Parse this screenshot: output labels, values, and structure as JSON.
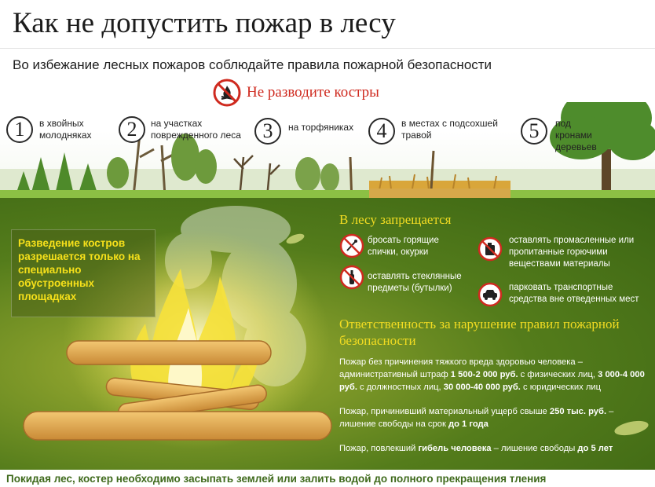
{
  "title": "Как не допустить пожар в лесу",
  "subtitle": "Во избежание лесных пожаров соблюдайте правила пожарной безопасности",
  "no_fires": "Не разводите костры",
  "places": [
    {
      "num": "1",
      "text": "в хвойных молодняках"
    },
    {
      "num": "2",
      "text": "на участках поврежденного леса"
    },
    {
      "num": "3",
      "text": "на торфяниках"
    },
    {
      "num": "4",
      "text": "в местах с подсохшей травой"
    },
    {
      "num": "5",
      "text": "под кронами деревьев"
    }
  ],
  "allowed": "Разведение костров разрешается только на специально обустроенных площадках",
  "forbidden": {
    "title": "В лесу запрещается",
    "items": [
      {
        "icon": "matches-icon",
        "text": "бросать горящие спички, окурки"
      },
      {
        "icon": "bottle-icon",
        "text": "оставлять стеклянные предметы (бутылки)"
      },
      {
        "icon": "oil-can-icon",
        "text": "оставлять промасленные или пропитанные горючими веществами материалы"
      },
      {
        "icon": "car-icon",
        "text": "парковать транспортные средства вне отведенных мест"
      }
    ]
  },
  "responsibility": {
    "title": "Ответственность за нарушение правил пожарной безопасности",
    "p1": {
      "a": "Пожар без причинения тяжкого вреда здоровью человека – административный штраф ",
      "b": "1 500-2 000 руб.",
      "c": " с физических лиц, ",
      "d": "3 000-4 000 руб.",
      "e": " с должностных лиц, ",
      "f": "30 000-40 000 руб.",
      "g": " с юридических лиц"
    },
    "p2": {
      "a": "Пожар, причинивший материальный ущерб свыше ",
      "b": "250 тыс. руб.",
      "c": " – лишение свободы на срок ",
      "d": "до 1 года"
    },
    "p3": {
      "a": "Пожар, повлекший ",
      "b": "гибель человека",
      "c": " – лишение свободы ",
      "d": "до 5 лет"
    }
  },
  "footer": "Покидая лес, костер необходимо засыпать землей или залить водой до полного прекращения тления",
  "colors": {
    "accent_yellow": "#f2dc22",
    "prohibit_red": "#cf2a1f",
    "ground_green": "#547c1b",
    "footer_green": "#3f6a1c"
  }
}
